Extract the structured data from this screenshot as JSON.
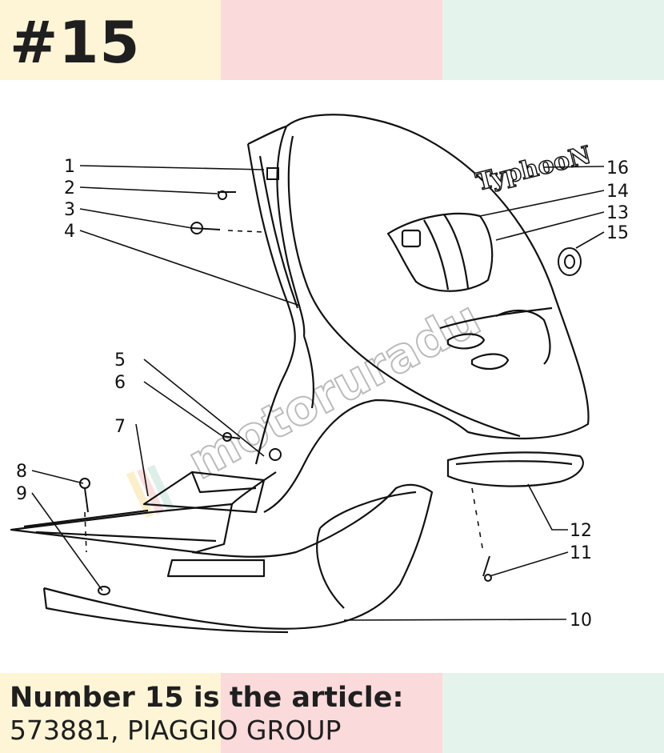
{
  "badge": {
    "text": "#15"
  },
  "brand_logo": {
    "text": "TyphooN"
  },
  "watermark": {
    "text": "motoruradu"
  },
  "callouts": [
    {
      "number": "1"
    },
    {
      "number": "2"
    },
    {
      "number": "3"
    },
    {
      "number": "4"
    },
    {
      "number": "5"
    },
    {
      "number": "6"
    },
    {
      "number": "7"
    },
    {
      "number": "8"
    },
    {
      "number": "9"
    },
    {
      "number": "10"
    },
    {
      "number": "11"
    },
    {
      "number": "12"
    },
    {
      "number": "13"
    },
    {
      "number": "14"
    },
    {
      "number": "15"
    },
    {
      "number": "16"
    }
  ],
  "caption": {
    "line1": "Number 15 is the article:",
    "line2": "573881, PIAGGIO GROUP"
  },
  "colors": {
    "band_yellow": "#fdf5d6",
    "band_pink": "#fadada",
    "band_mint": "#e4f3ec",
    "ink": "#1f1f1f"
  }
}
